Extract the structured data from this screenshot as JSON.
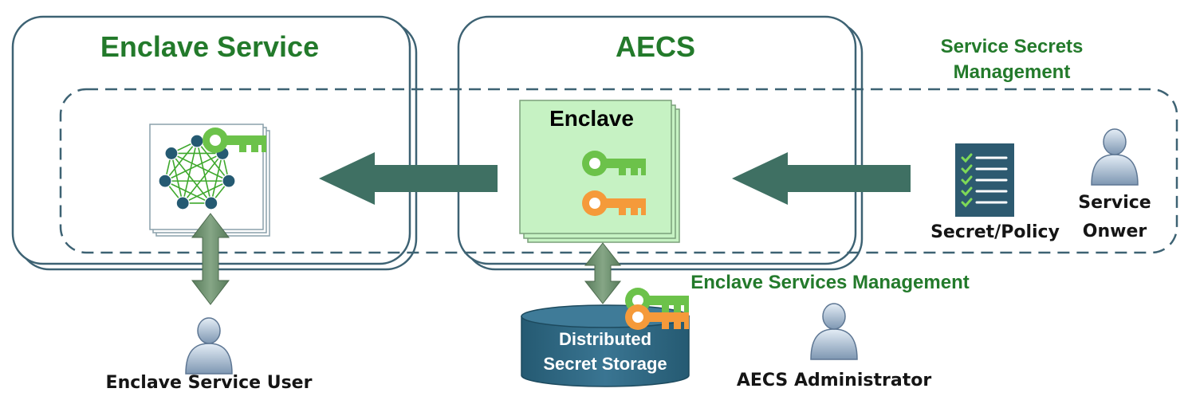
{
  "panels": {
    "enclave_service": {
      "title": "Enclave Service"
    },
    "aecs": {
      "title": "AECS"
    }
  },
  "zones": {
    "service_secrets_management": {
      "line1": "Service Secrets",
      "line2": "Management"
    },
    "enclave_services_management": {
      "label": "Enclave Services Management"
    }
  },
  "enclave": {
    "title": "Enclave"
  },
  "storage": {
    "line1": "Distributed",
    "line2": "Secret Storage"
  },
  "document": {
    "label": "Secret/Policy"
  },
  "actors": {
    "service_owner": {
      "line1": "Service",
      "line2": "Onwer"
    },
    "enclave_service_user": {
      "label": "Enclave Service User"
    },
    "aecs_administrator": {
      "label": "AECS Administrator"
    }
  },
  "colors": {
    "title_green": "#237a2b",
    "panel_border": "#3d6273",
    "arrow_teal": "#3f7063",
    "enclave_fill": "#c6f2c3",
    "key_green": "#6cc24a",
    "key_orange": "#f59a3a",
    "storage_blue": "#2f6680",
    "vertical_arrow": "#6f9270"
  },
  "icons": [
    "green-key-icon",
    "orange-key-icon",
    "network-graph-icon",
    "checklist-document-icon",
    "person-icon",
    "double-arrow-icon"
  ]
}
